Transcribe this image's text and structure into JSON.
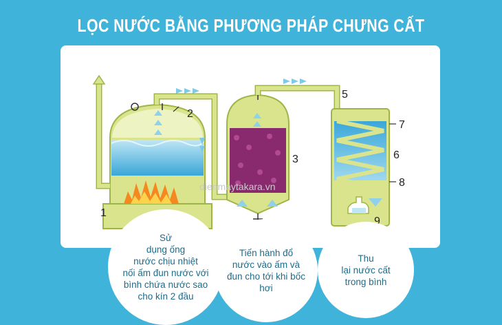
{
  "title": "LỌC NƯỚC BẰNG PHƯƠNG PHÁP CHƯNG CẤT",
  "watermark": "dienmaytakara.vn",
  "labels": [
    "1",
    "2",
    "3",
    "5",
    "6",
    "7",
    "8",
    "9"
  ],
  "colors": {
    "background": "#3fb3d9",
    "vessel": "#d9e48c",
    "vessel_outline": "#9fb548",
    "water": "#5bb8e0",
    "fire": "#f5891f",
    "berries": "#8a2a6e",
    "arrows": "#7ec9e8"
  },
  "steps": [
    {
      "text": "Sử\ndụng ống\nnước chịu nhiệt\nnối ấm đun nước với\nbình chứa nước sao\ncho kín 2 đầu"
    },
    {
      "text": "Tiến hành đổ\nnước vào ấm và\nđun cho tới khi bốc\nhơi"
    },
    {
      "text": "Thu\nlại nước cất\ntrong bình"
    }
  ]
}
